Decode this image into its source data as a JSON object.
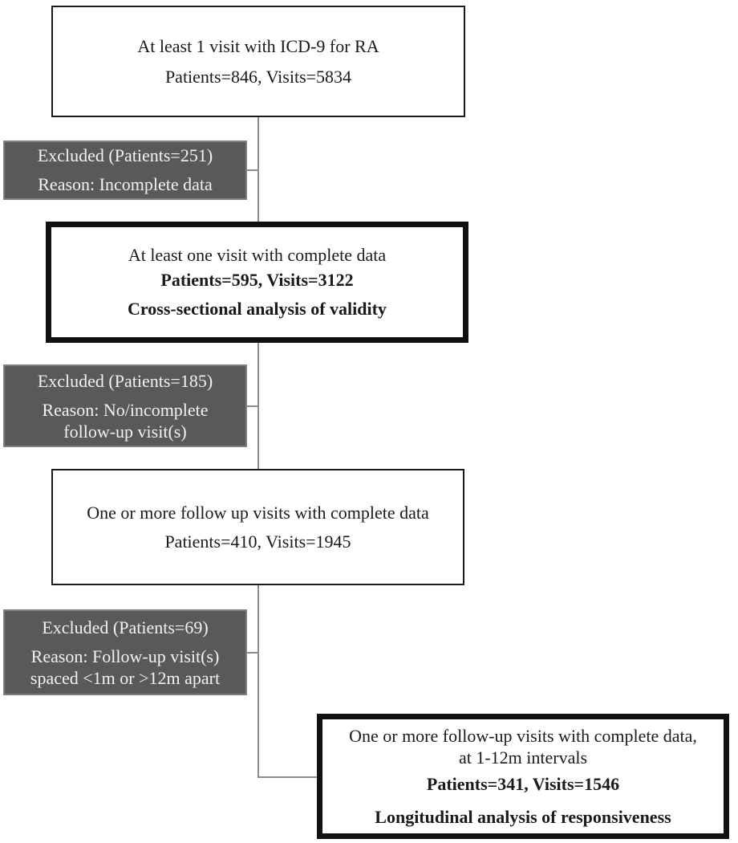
{
  "flow": {
    "box1": {
      "lines": [
        "At least 1 visit with ICD-9 for RA",
        "Patients=846, Visits=5834"
      ]
    },
    "excluded1": {
      "lines": [
        "Excluded (Patients=251)",
        "Reason: Incomplete data"
      ]
    },
    "box2": {
      "lines": [
        "At least one visit with complete data",
        "Patients=595, Visits=3122",
        "Cross-sectional analysis of validity"
      ]
    },
    "excluded2": {
      "lines": [
        "Excluded (Patients=185)",
        "Reason: No/incomplete",
        "follow-up visit(s)"
      ]
    },
    "box3": {
      "lines": [
        "One or more follow up visits with complete data",
        "Patients=410, Visits=1945"
      ]
    },
    "excluded3": {
      "lines": [
        "Excluded (Patients=69)",
        "Reason: Follow-up visit(s)",
        "spaced <1m or >12m apart"
      ]
    },
    "box4": {
      "lines": [
        "One or more follow-up visits with complete data,",
        "at 1-12m intervals",
        "Patients=341, Visits=1546",
        "Longitudinal analysis of responsiveness"
      ]
    }
  },
  "colors": {
    "background": "#ffffff",
    "box_border": "#1a1a1a",
    "emphasis_border": "#111111",
    "text": "#1a1a1a",
    "excluded_fill": "#595959",
    "excluded_border": "#7f7f7f",
    "excluded_text": "#f2f2f2",
    "connector": "#8c8c8c"
  }
}
